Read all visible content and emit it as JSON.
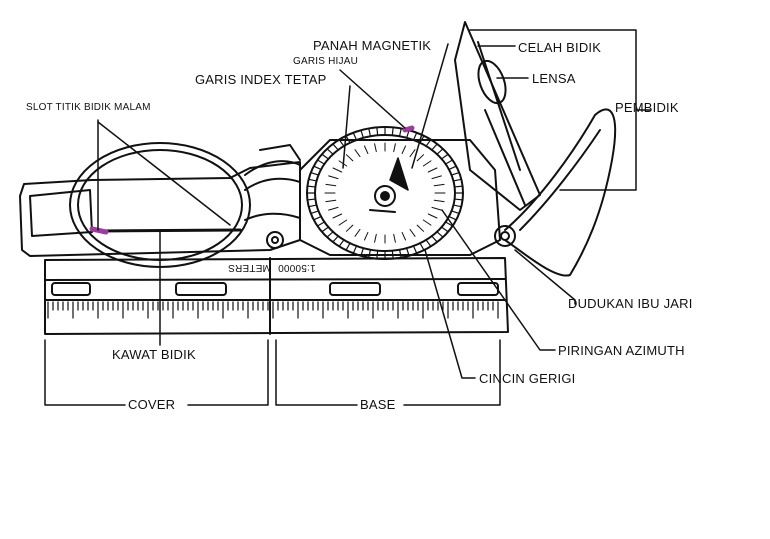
{
  "labels": {
    "panah_magnetik": "PANAH MAGNETIK",
    "garis_hijau": "GARIS HIJAU",
    "garis_index_tetap": "GARIS INDEX TETAP",
    "slot_titik_bidik_malam": "SLOT TITIK BIDIK MALAM",
    "celah_bidik": "CELAH BIDIK",
    "lensa": "LENSA",
    "pembidik": "PEMBIDIK",
    "dudukan_ibu_jari": "DUDUKAN IBU JARI",
    "piringan_azimuth": "PIRINGAN AZIMUTH",
    "cincin_gerigi": "CINCIN GERIGI",
    "kawat_bidik": "KAWAT BIDIK",
    "cover": "COVER",
    "base": "BASE"
  },
  "compass_markings": {
    "scale_text": "1:50000",
    "meters_text": "METERS"
  },
  "colors": {
    "line": "#111111",
    "accent": "#a03aa0"
  }
}
